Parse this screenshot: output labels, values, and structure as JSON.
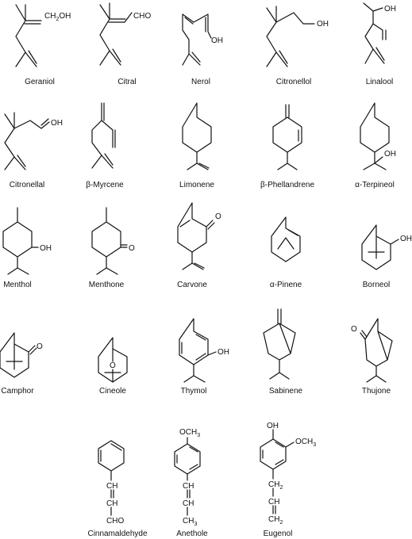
{
  "figure": {
    "colors": {
      "ink": "#111111",
      "background": "#ffffff"
    },
    "compounds": [
      {
        "id": "geraniol",
        "name": "Geraniol",
        "groups": [
          "CH2OH"
        ]
      },
      {
        "id": "citral",
        "name": "Citral",
        "groups": [
          "CHO"
        ]
      },
      {
        "id": "nerol",
        "name": "Nerol",
        "groups": [
          "OH"
        ]
      },
      {
        "id": "citronellol",
        "name": "Citronellol",
        "groups": [
          "OH"
        ]
      },
      {
        "id": "linalool",
        "name": "Linalool",
        "groups": [
          "OH"
        ]
      },
      {
        "id": "citronellal",
        "name": "Citronellal",
        "groups": [
          "OH"
        ]
      },
      {
        "id": "myrcene",
        "name": "β-Myrcene",
        "groups": []
      },
      {
        "id": "limonene",
        "name": "Limonene",
        "groups": []
      },
      {
        "id": "phellandrene",
        "name": "β-Phellandrene",
        "groups": []
      },
      {
        "id": "terpineol",
        "name": "α-Terpineol",
        "groups": [
          "OH"
        ]
      },
      {
        "id": "menthol",
        "name": "Menthol",
        "groups": [
          "OH"
        ]
      },
      {
        "id": "menthone",
        "name": "Menthone",
        "groups": [
          "O"
        ]
      },
      {
        "id": "carvone",
        "name": "Carvone",
        "groups": [
          "O"
        ]
      },
      {
        "id": "pinene",
        "name": "α-Pinene",
        "groups": []
      },
      {
        "id": "borneol",
        "name": "Borneol",
        "groups": [
          "OH"
        ]
      },
      {
        "id": "camphor",
        "name": "Camphor",
        "groups": [
          "O"
        ]
      },
      {
        "id": "cineole",
        "name": "Cineole",
        "groups": [
          "O"
        ]
      },
      {
        "id": "thymol",
        "name": "Thymol",
        "groups": [
          "OH"
        ]
      },
      {
        "id": "sabinene",
        "name": "Sabinene",
        "groups": []
      },
      {
        "id": "thujone",
        "name": "Thujone",
        "groups": [
          "O"
        ]
      },
      {
        "id": "cinnamaldehyde",
        "name": "Cinnamaldehyde",
        "groups": [
          "CH",
          "CH",
          "CHO"
        ]
      },
      {
        "id": "anethole",
        "name": "Anethole",
        "groups": [
          "OCH3",
          "CH",
          "CH",
          "CH3"
        ]
      },
      {
        "id": "eugenol",
        "name": "Eugenol",
        "groups": [
          "OH",
          "OCH3",
          "CH2",
          "CH",
          "CH2"
        ]
      }
    ]
  }
}
